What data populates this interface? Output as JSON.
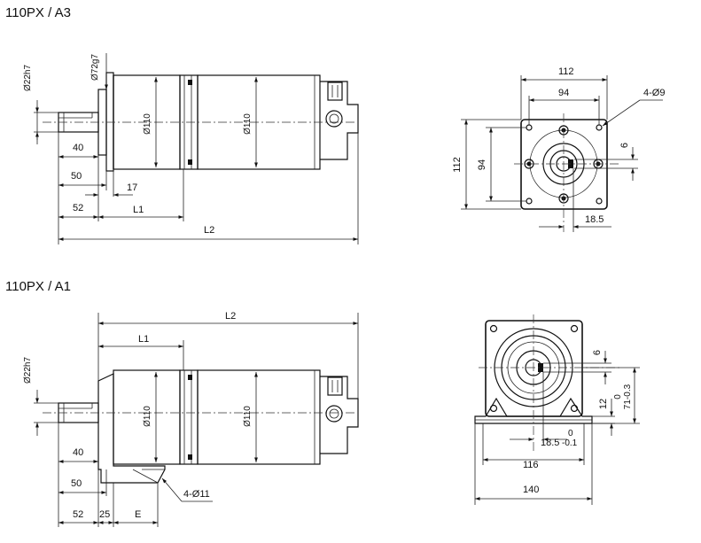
{
  "views": {
    "a3": {
      "title": "110PX / A3",
      "side": {
        "shaft_dia": "Ø22h7",
        "pilot_dia": "Ø72g7",
        "gear_dia": "Ø110",
        "motor_dia": "Ø110",
        "d40": "40",
        "d50": "50",
        "d17": "17",
        "d52": "52",
        "l1": "L1",
        "l2": "L2"
      },
      "front": {
        "d112_top": "112",
        "d94_top": "94",
        "holes": "4-Ø9",
        "d6": "6",
        "d112_left": "112",
        "d94_left": "94",
        "d18_5": "18.5"
      }
    },
    "a1": {
      "title": "110PX / A1",
      "side": {
        "l2": "L2",
        "l1": "L1",
        "shaft_dia": "Ø22h7",
        "gear_dia": "Ø110",
        "motor_dia": "Ø110",
        "d40": "40",
        "d50": "50",
        "holes": "4-Ø11",
        "d52": "52",
        "d25": "25",
        "e": "E"
      },
      "front": {
        "d6": "6",
        "d12": "12",
        "tol_upper": "0",
        "height": "71-0.3",
        "d18_5": "18.5",
        "tol_0": "0",
        "tol_neg": "-0.1",
        "d116": "116",
        "d140": "140"
      }
    }
  }
}
